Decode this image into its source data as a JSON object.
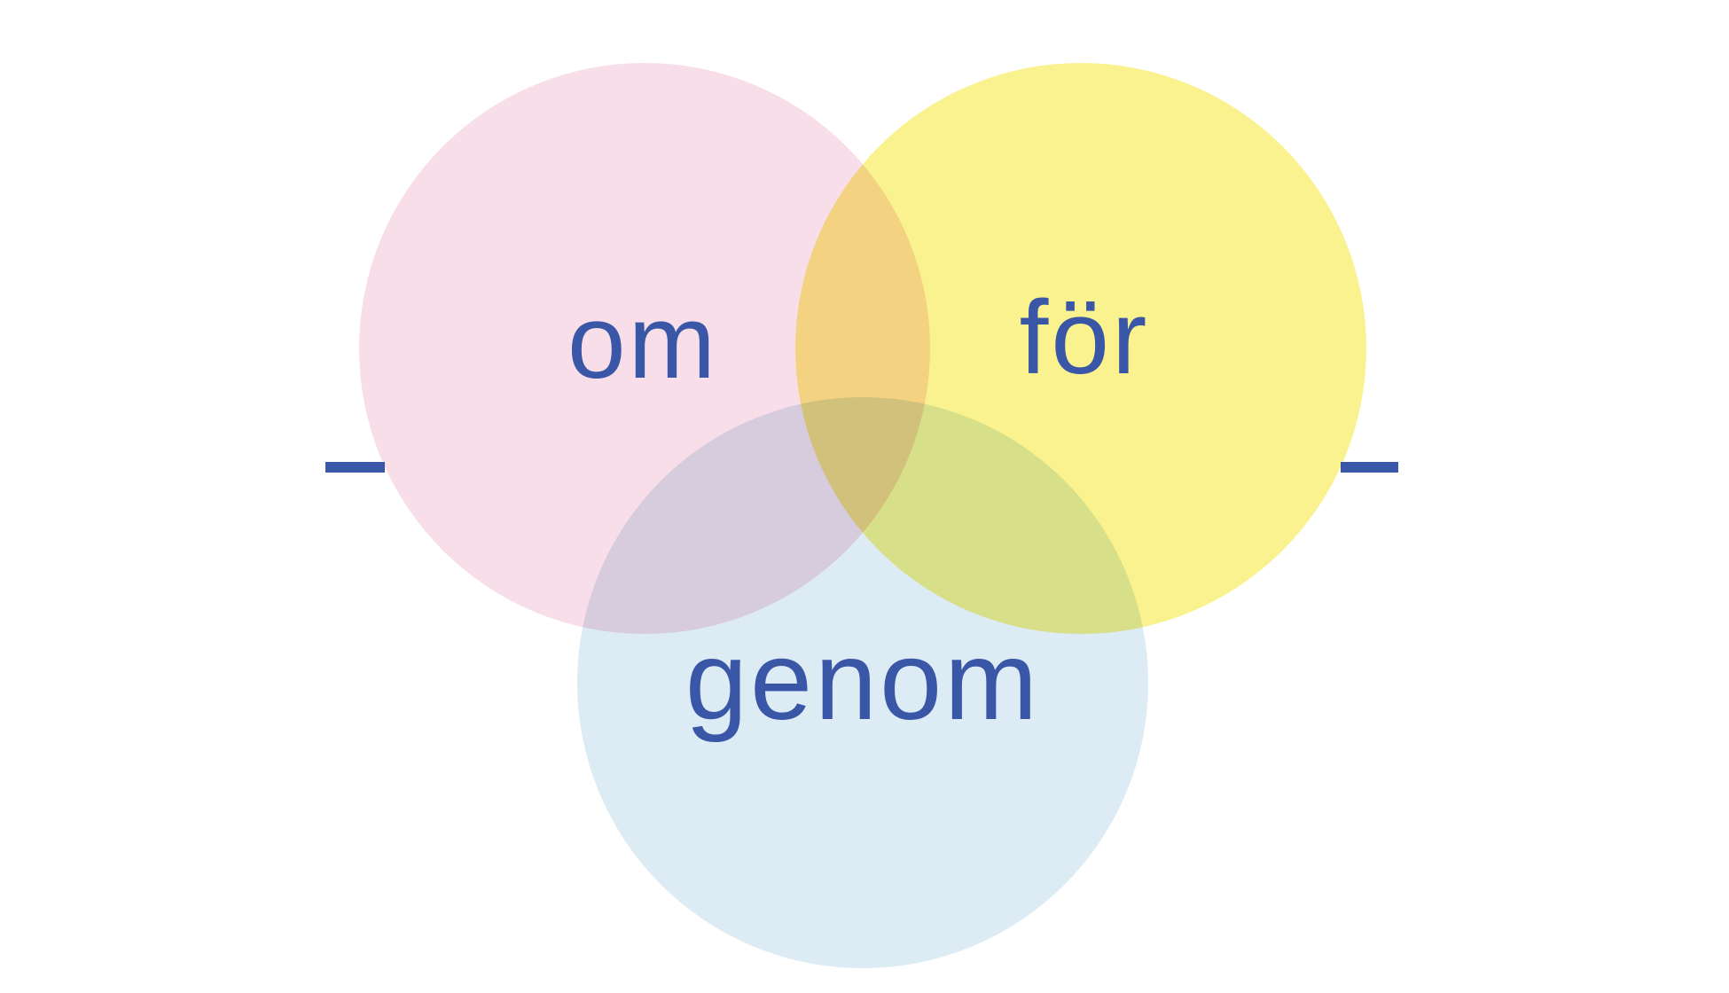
{
  "diagram": {
    "type": "venn",
    "circle_count": 3,
    "circles": [
      {
        "id": "om",
        "label": "om",
        "color": "#F8DEE8"
      },
      {
        "id": "for",
        "label": "för",
        "color": "#FAF28E"
      },
      {
        "id": "genom",
        "label": "genom",
        "color": "#DCEBF4"
      }
    ],
    "overlap_blend": "multiply",
    "overlap_colors": {
      "om_for": "#F3CD7E",
      "om_genom": "#D3C9DC",
      "for_genom": "#D6E08C",
      "center": "#CFBE72"
    },
    "label_color": "#3A56A7",
    "dash_color": "#3A56A7",
    "background_color": "#FFFFFF"
  }
}
